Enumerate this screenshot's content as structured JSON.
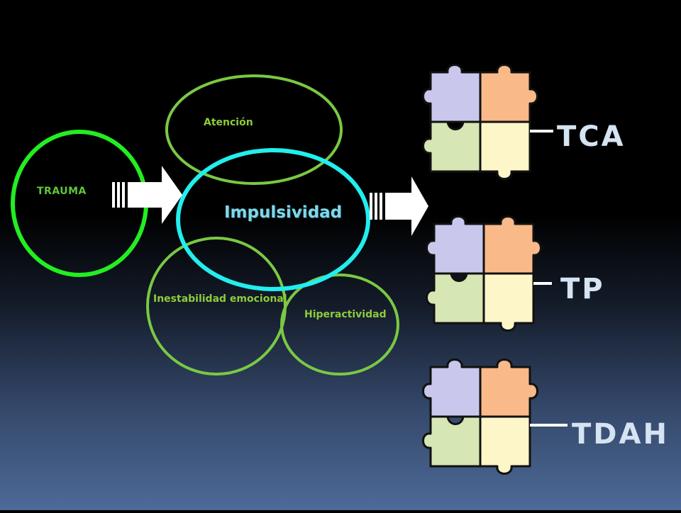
{
  "diagram": {
    "nodes": {
      "trauma": "TRAUMA",
      "atencion": "Atención",
      "impulsividad": "Impulsividad",
      "inestabilidad": "Inestabilidad emocional",
      "hiperactividad": "Hiperactividad"
    },
    "outcomes": {
      "tca": "TCA",
      "tp": "TP",
      "tdah": "TDAH"
    }
  },
  "colors": {
    "trauma_ring": "#22ee22",
    "impulsividad_ring": "#22eeee",
    "secondary_ring": "#7ac943",
    "puzzle_purple": "#c9c8ec",
    "puzzle_orange": "#f9b988",
    "puzzle_green": "#d6e6b4",
    "puzzle_yellow": "#fdf6c8"
  }
}
